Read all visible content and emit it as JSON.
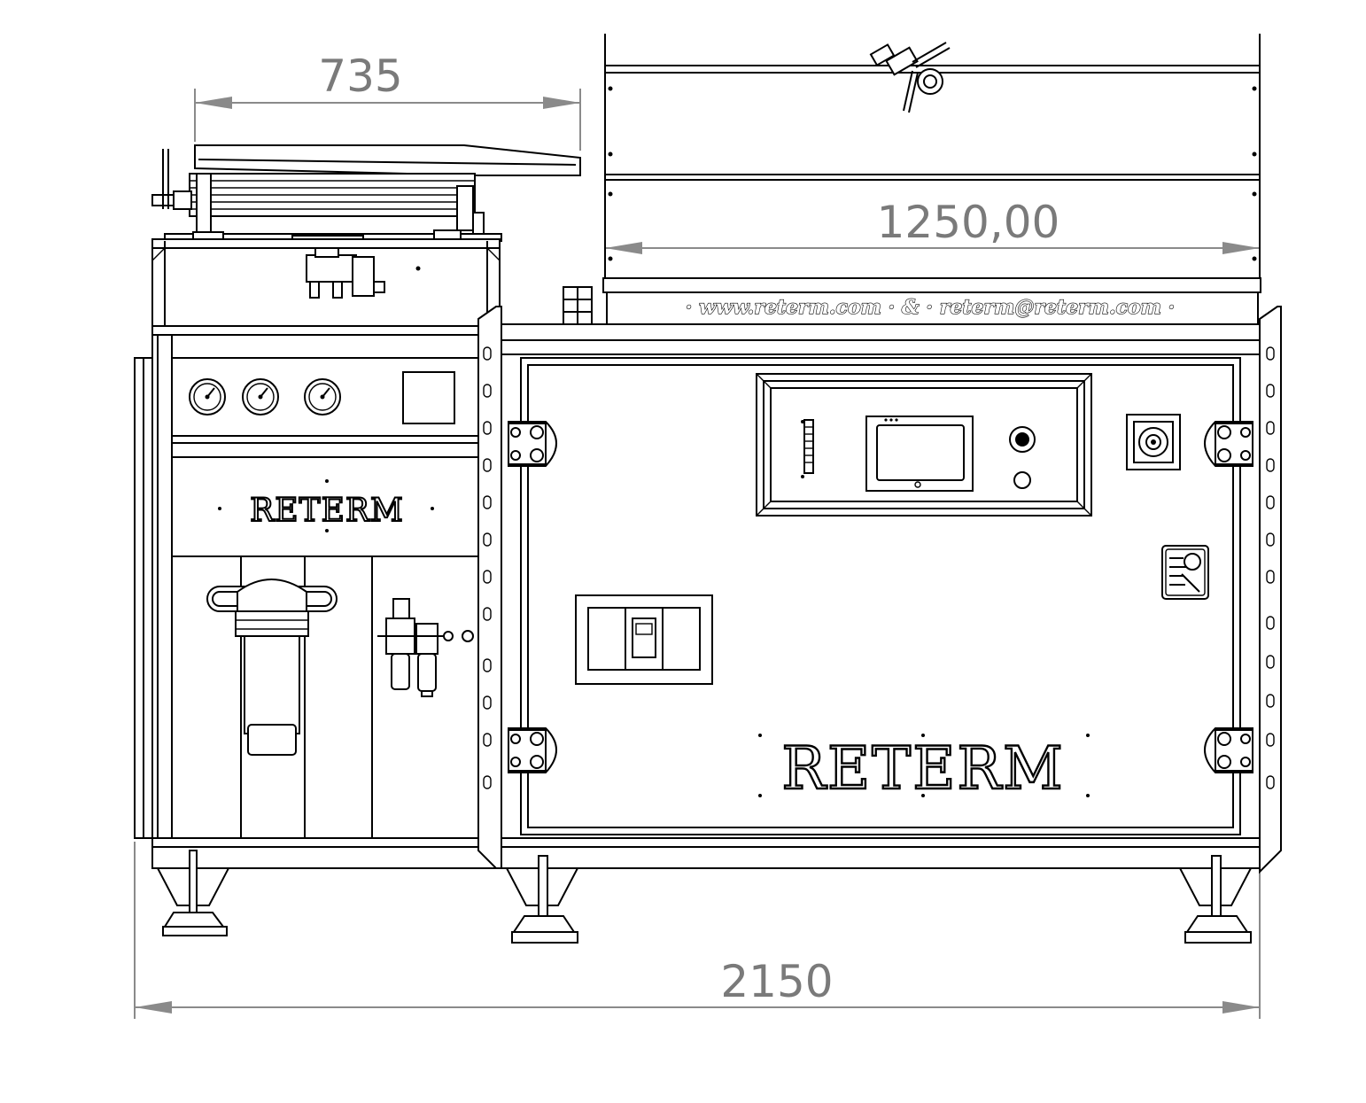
{
  "dimensions": {
    "top_left_width": "735",
    "oven_width": "1250,00",
    "total_width": "2150"
  },
  "labels": {
    "contact_line": "· www.reterm.com · & · reterm@reterm.com ·",
    "brand_small": "RETERM",
    "brand_large": "RETERM"
  },
  "colors": {
    "line": "#000000",
    "dimension": "#8a8a8a",
    "background": "#ffffff"
  },
  "icons": [
    "pressure-gauge-icon",
    "emergency-stop-icon",
    "maintenance-icon",
    "filter-icon",
    "air-regulator-icon"
  ]
}
